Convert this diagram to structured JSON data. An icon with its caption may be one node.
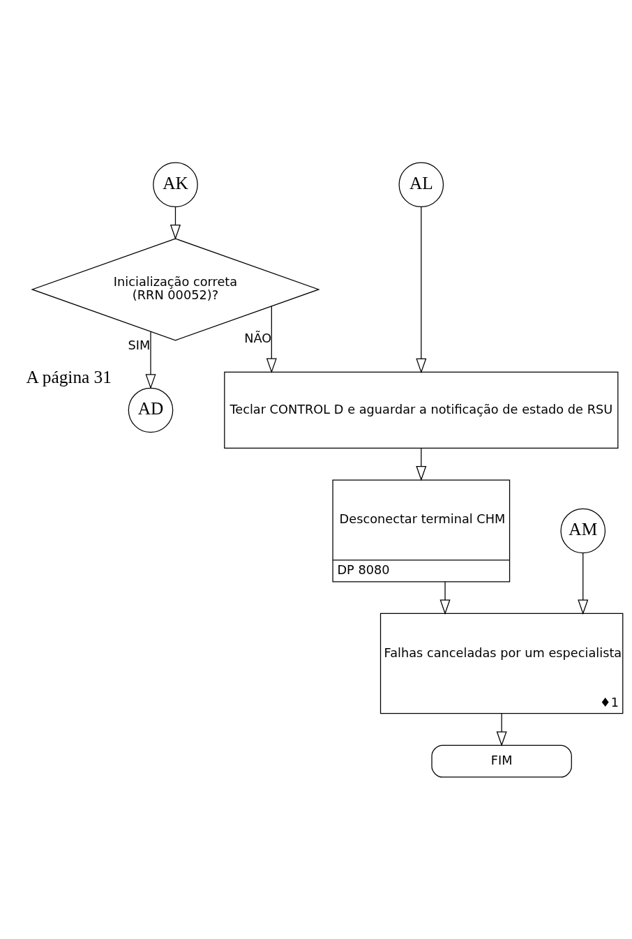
{
  "diagram": {
    "nodes": [
      {
        "text": [
          "AK"
        ]
      },
      {
        "text": [
          "AL"
        ]
      },
      {
        "text": [
          "Inicialização correta (RRN 00052)?"
        ]
      },
      {
        "text": [
          "AD"
        ],
        "beside": [
          "A página 31"
        ]
      },
      {
        "text": [
          "Teclar CONTROL D e aguardar a notificação de estado de RSU"
        ]
      },
      {
        "text": [
          "Desconectar terminal CHM",
          "DP 8080"
        ]
      },
      {
        "text": [
          "AM"
        ]
      },
      {
        "text": [
          "Falhas canceladas por um especialista",
          "♦1"
        ]
      },
      {
        "text": [
          "FIM"
        ]
      }
    ],
    "edges": [
      {
        "from": 0,
        "to": 2,
        "arrow": "to"
      },
      {
        "from": 2,
        "to": 3,
        "arrow": "to",
        "label": "SIM"
      },
      {
        "from": 2,
        "to": 4,
        "arrow": "to",
        "label": "NÃO"
      },
      {
        "from": 1,
        "to": 4,
        "arrow": "to"
      },
      {
        "from": 4,
        "to": 5,
        "arrow": "to"
      },
      {
        "from": 6,
        "to": 7,
        "arrow": "to"
      },
      {
        "from": 5,
        "to": 7,
        "arrow": "to"
      },
      {
        "from": 7,
        "to": 8,
        "arrow": "to"
      }
    ]
  }
}
